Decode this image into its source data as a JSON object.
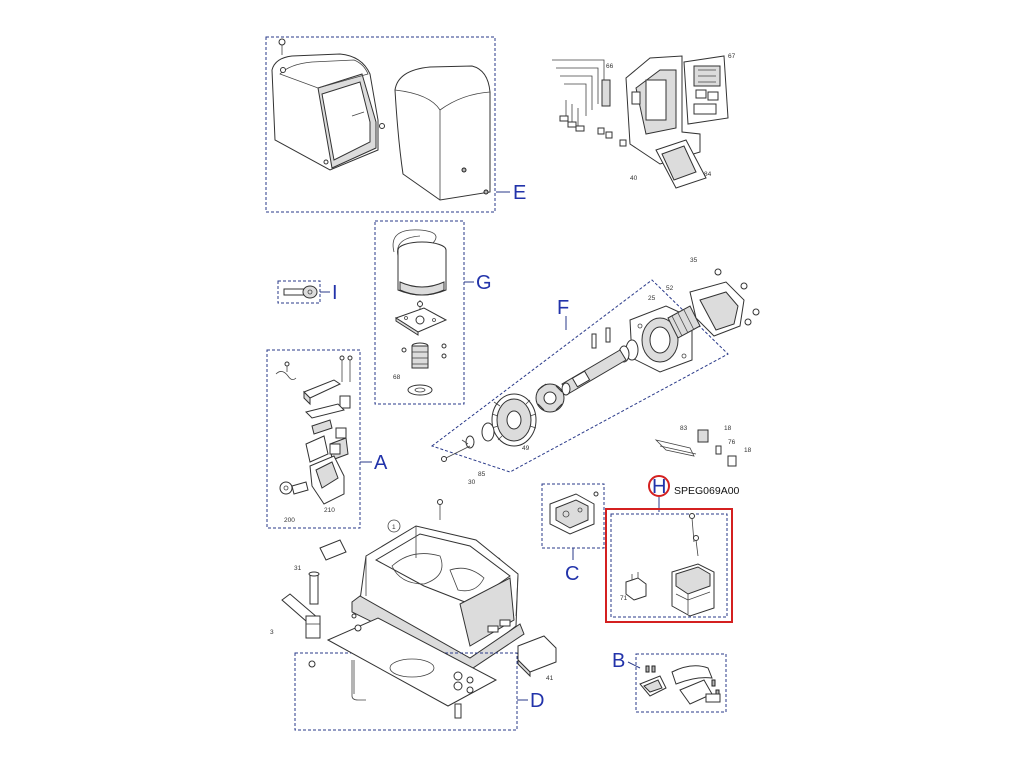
{
  "colors": {
    "group_label": "#2233aa",
    "dashed_frame": "#2a3a8a",
    "highlight": "#d42020",
    "line_art": "#333333"
  },
  "group_labels": {
    "A": "A",
    "B": "B",
    "C": "C",
    "D": "D",
    "E": "E",
    "F": "F",
    "G": "G",
    "H": "H",
    "I": "I"
  },
  "highlight": {
    "group": "H",
    "code": "SPEG069A00"
  },
  "part_numbers": {
    "n66": "66",
    "n67": "67",
    "n40": "40",
    "n84": "84",
    "n35": "35",
    "n52": "52",
    "n25": "25",
    "n68": "68",
    "n49": "49",
    "n85": "85",
    "n30": "30",
    "n83": "83",
    "n18a": "18",
    "n18b": "18",
    "n76": "76",
    "n200": "200",
    "n210": "210",
    "n1": "1",
    "n31": "31",
    "n3": "3",
    "n41": "41",
    "n71": "71"
  }
}
